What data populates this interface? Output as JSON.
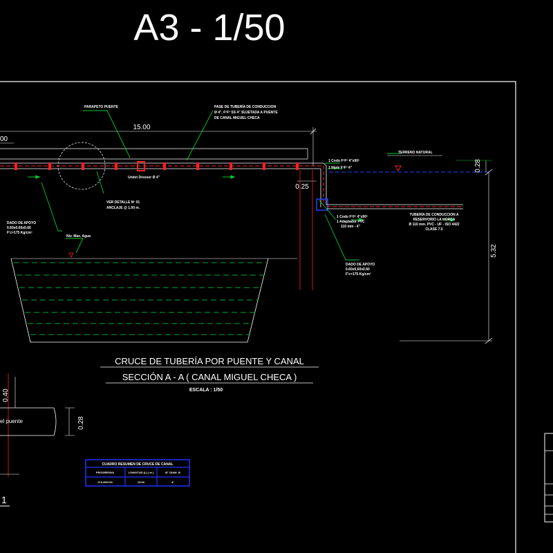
{
  "sheet_title": "A3 - 1/50",
  "dimensions": {
    "span": "15.00",
    "span_left": "00",
    "offset": "0.25",
    "depth_right": "0.28",
    "height_right": "5.32",
    "detail_h1": "0.40",
    "detail_h2": "0.28"
  },
  "labels": {
    "parapeto": "PARAPETO PUENTE",
    "pase_1": "PASE DE TUBERÍA DE CONDUCCION",
    "pase_2": "Ø 4\", FºFº SS 4\" SUJETADA A PUENTE",
    "pase_3": "DE CANAL MIGUEL CHECA",
    "terreno": "TERRENO NATURAL",
    "codo_top_1": "1 Codo FºFº 4\"x90º",
    "codo_top_2": "1 Niple FºFº 4\"",
    "union": "Unión Dresser Ø 4\"",
    "ver_detalle_1": "VER DETALLE Nº 01",
    "ver_detalle_2": "ANCLAJE @ 1.00 m.",
    "dado_left_1": "DADO DE APOYO",
    "dado_left_2": "0.60x0.60x0.60",
    "dado_left_3": "F'c=175 Kg/cm²",
    "niv_agua": "Niv. Max. Agua",
    "codo_bot_1": "1 Codo FºFº 4\"x90º",
    "codo_bot_2": "1 Adaptador PVC",
    "codo_bot_3": "110 mm - 4\"",
    "tuberia_1": "TUBERÍA DE CONDUCCION A",
    "tuberia_2": "RESERVORIO LA HORCA",
    "tuberia_3": "Ø 110 mm. PVC - UF - ISO 4422",
    "tuberia_4": "CLASE 7.5",
    "dado_right_1": "DADO DE APOYO",
    "dado_right_2": "0.60x0.60x0.60",
    "dado_right_3": "F'c=175 Kg/cm²",
    "detail_text": "el puente",
    "detail_num": "1"
  },
  "title_block": {
    "line1": "CRUCE DE TUBERÍA POR PUENTE Y CANAL",
    "line2": "SECCIÓN A - A ( CANAL MIGUEL CHECA )",
    "scale": "ESCALA : 1/50"
  },
  "summary_table": {
    "title": "CUADRO RESUMEN DE CRUCE DE CANAL",
    "headers": [
      "PROGRESIVA",
      "LONGITUD (L)\n( m )",
      "Ø\" DIAM. Ø"
    ],
    "row": [
      "0+0.000+00",
      "15.00",
      "4\""
    ]
  },
  "colors": {
    "sheet_frame": "#ffffff",
    "pipe": "#ff2020",
    "leader": "#00cc33",
    "water": "#00aa33",
    "ground": "#2244ff",
    "column": "#ff2020",
    "table": "#2233ff"
  }
}
